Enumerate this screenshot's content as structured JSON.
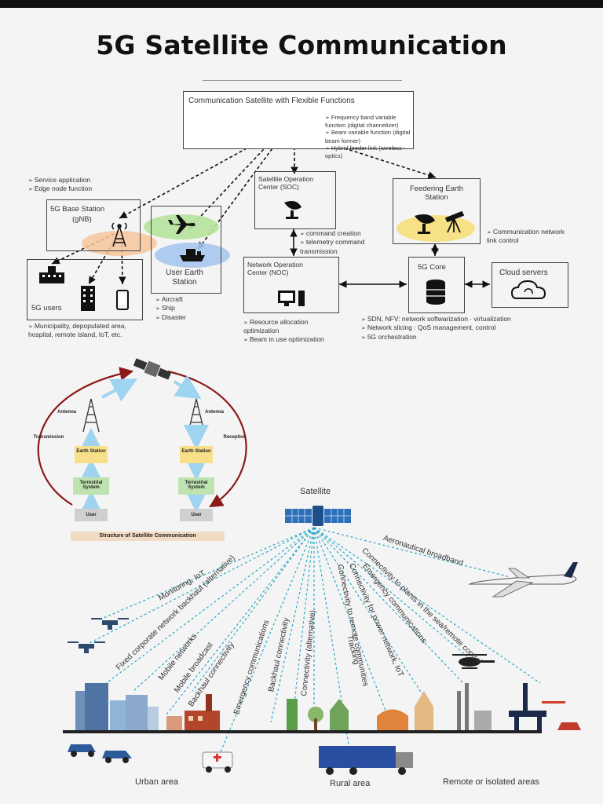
{
  "title": "5G Satellite Communication",
  "top": {
    "satellite_box_title": "Communication Satellite with Flexible Functions",
    "satellite_functions": [
      "Frequency band variable function (digital channelizer)",
      "Beam variable function (digital beam former)",
      "Hybrid feeder link (wireless - optics)"
    ],
    "base_station_notes": [
      "Service application",
      "Edge node function"
    ],
    "base_station_title": "5G Base Station",
    "base_station_sub": "(gNB)",
    "user_earth_station": "User Earth Station",
    "user_earth_items": [
      "Aircraft",
      "Ship",
      "Disaster"
    ],
    "soc_title": "Satellite Operation Center (SOC)",
    "soc_notes": [
      "command creation",
      "telemetry command transmission"
    ],
    "feeder_title": "Feedering Earth Station",
    "feeder_note": "Communication network link control",
    "noc_title": "Network Operation Center (NOC)",
    "noc_notes": [
      "Resource allocation optimization",
      "Beam in use optimization"
    ],
    "core_title": "5G Core",
    "core_notes": [
      "SDN, NFV: network softwarization · virtualization",
      "Network slicing : QoS management, control",
      "5G orchestration"
    ],
    "cloud_title": "Cloud servers",
    "users_title": "5G users",
    "users_note": "Municipality, depopulated area, hospital, remote island, IoT, etc."
  },
  "middle": {
    "antenna_left": "Antenna",
    "antenna_right": "Antenna",
    "transmission": "Transmission",
    "reception": "Reception",
    "earth_station": "Earth Station",
    "terrestrial_system": "Terrestrial System",
    "user": "User",
    "caption": "Structure of Satellite Communication"
  },
  "bottom": {
    "satellite_label": "Satellite",
    "beams": [
      "Monitoring, IoT",
      "Fixed corporate network backhaul (alternative)",
      "Mobile networks",
      "Mobile broadcast",
      "Backhaul connectivity",
      "Emergency communications",
      "Backhaul connectivity",
      "Connectivity (alternative)",
      "Connectivity to remote communities",
      "Tracking",
      "Connectivity for power network, IoT",
      "Emergency communications",
      "Connectivity to plants in the sea/remote control",
      "Aeronautical broadband"
    ],
    "areas": [
      "Urban area",
      "Rural area",
      "Remote or isolated areas"
    ]
  },
  "colors": {
    "beam_line": "#2aa8c9",
    "arc": "#8b1a1a",
    "earth_station_fill": "#f8e08a",
    "terrestrial_fill": "#bfe3b0",
    "user_fill": "#cfcfcf",
    "base_ellipse": "#f6c49b",
    "green_ellipse": "#b6e39c",
    "blue_ellipse": "#a9c6ef",
    "yellow_ellipse": "#f7df7a"
  }
}
